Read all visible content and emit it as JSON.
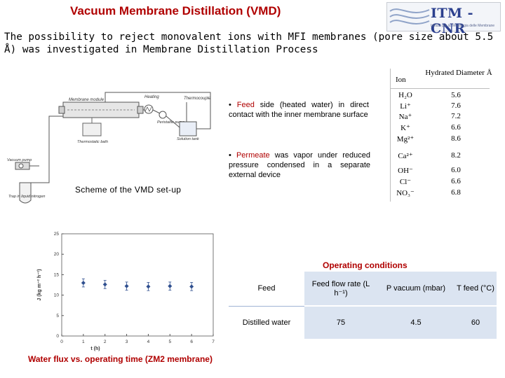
{
  "header": {
    "title": "Vacuum Membrane Distillation (VMD)",
    "logo_text": "ITM - CNR",
    "logo_subtitle": "Istituto per la Tecnologia delle Membrane"
  },
  "intro": "The possibility to reject monovalent ions with MFI membranes (pore size about 5.5 Å) was investigated in Membrane Distillation Process",
  "scheme": {
    "caption": "Scheme of the VMD set-up",
    "labels": {
      "membrane_module": "Membrane module",
      "heating": "Heating",
      "thermocouple": "Thermocouple",
      "peristaltic_pump": "Peristaltic pump",
      "solution_tank": "Solution tank",
      "thermostatic_bath": "Thermostatic bath",
      "vacuum_pump": "Vacuum pump",
      "trap": "Trap in liquid nitrogen"
    }
  },
  "notes": {
    "feed_highlight": "Feed",
    "feed_text": " side (heated water) in direct contact with the inner membrane surface",
    "permeate_highlight": "Permeate",
    "permeate_text": " was vapor under reduced pressure condensed in a separate external device"
  },
  "ion_table": {
    "header_ion": "Ion",
    "header_diameter": "Hydrated Diameter Å",
    "rows": [
      {
        "ion": "H₂O",
        "diameter": "5.6"
      },
      {
        "ion": "Li⁺",
        "diameter": "7.6"
      },
      {
        "ion": "Na⁺",
        "diameter": "7.2"
      },
      {
        "ion": "K⁺",
        "diameter": "6.6"
      },
      {
        "ion": "Mg²⁺",
        "diameter": "8.6"
      },
      {
        "ion": "Ca²⁺",
        "diameter": "8.2"
      },
      {
        "ion": "OH⁻",
        "diameter": "6.0"
      },
      {
        "ion": "Cl⁻",
        "diameter": "6.6"
      },
      {
        "ion": "NO₃⁻",
        "diameter": "6.8"
      }
    ]
  },
  "chart_data": {
    "type": "scatter",
    "title": "",
    "xlabel": "t (h)",
    "ylabel": "J (kg m⁻² h⁻¹)",
    "xlim": [
      0,
      7
    ],
    "ylim": [
      0,
      25
    ],
    "xticks": [
      0,
      1,
      2,
      3,
      4,
      5,
      6,
      7
    ],
    "yticks": [
      0,
      5,
      10,
      15,
      20,
      25
    ],
    "grid": false,
    "series": [
      {
        "x": [
          1,
          2,
          3,
          4,
          5,
          6
        ],
        "y": [
          13,
          12.6,
          12.2,
          12.1,
          12.2,
          12.1
        ],
        "err": [
          1.0,
          1.0,
          1.0,
          1.0,
          1.0,
          1.0
        ]
      }
    ],
    "caption": "Water flux vs. operating time (ZM2 membrane)",
    "colors": {
      "marker": "#2f4f8f"
    }
  },
  "operating": {
    "title": "Operating conditions",
    "headers": [
      "Feed",
      "Feed flow rate (L h⁻¹)",
      "P vacuum (mbar)",
      "T feed (°C)"
    ],
    "rows": [
      [
        "Distilled water",
        "75",
        "4.5",
        "60"
      ]
    ]
  }
}
